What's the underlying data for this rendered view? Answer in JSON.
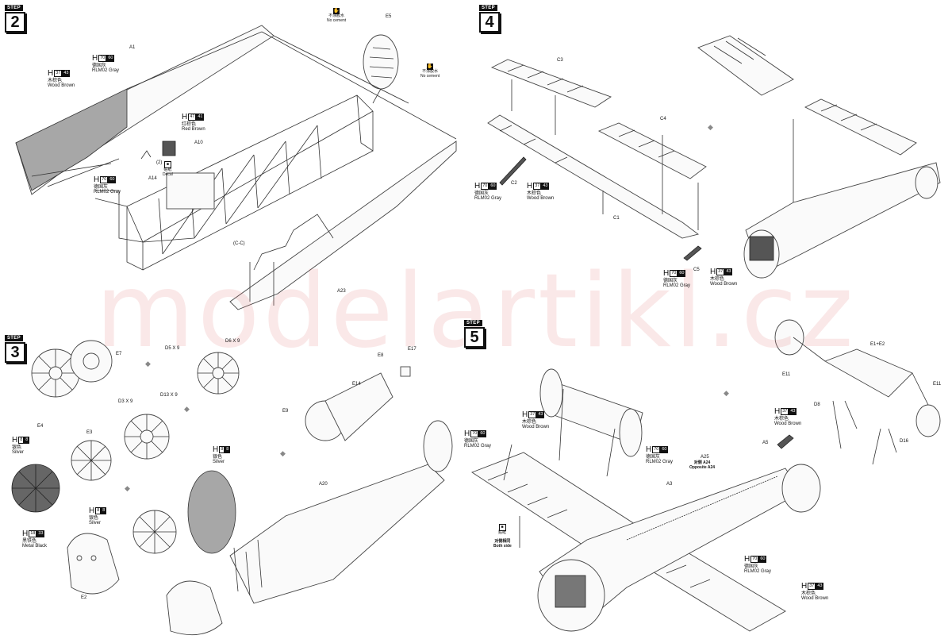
{
  "steps": {
    "s2": {
      "tag": "STEP",
      "num": "2"
    },
    "s3": {
      "tag": "STEP",
      "num": "3"
    },
    "s4": {
      "tag": "STEP",
      "num": "4"
    },
    "s5": {
      "tag": "STEP",
      "num": "5"
    }
  },
  "watermark": "modelartikl.cz",
  "parts": {
    "A1": "A1",
    "E5": "E5",
    "A10": "A10",
    "A14": "A14",
    "C_C": "(C-C)",
    "A23": "A23",
    "x2": "(2)",
    "C3": "C3",
    "C4": "C4",
    "C1": "C1",
    "C2": "C2",
    "C5": "C5",
    "E7": "E7",
    "E4": "E4",
    "E3": "E3",
    "E8": "E8",
    "E17": "E17",
    "E14": "E14",
    "E9": "E9",
    "E2": "E2",
    "D5x9": "D5 X 9",
    "D6x9": "D6 X 9",
    "D3x9": "D3 X 9",
    "D13x9": "D13 X 9",
    "A20": "A20",
    "E11a": "E11",
    "E1E2": "E1+E2",
    "E11b": "E11",
    "D8": "D8",
    "D16": "D16",
    "A5": "A5",
    "A25": "A25",
    "A3": "A3"
  },
  "notes": {
    "nocement1": {
      "cn": "不涂胶水",
      "en": "No cement"
    },
    "nocement2": {
      "cn": "不涂胶水",
      "en": "No cement"
    },
    "decal2": {
      "cn": "贴纸",
      "en": "Decal"
    },
    "decal5": {
      "cn": "贴纸",
      "en": "Decal"
    },
    "bothside": {
      "cn": "对侧相同",
      "en": "Both side"
    },
    "opposite": {
      "cn": "对侧 A24",
      "en": "Opposite A24"
    }
  },
  "paints": {
    "p2a": {
      "h": "H",
      "code": "37",
      "num": "43",
      "cn": "木棕色",
      "en": "Wood Brown"
    },
    "p2b": {
      "h": "H",
      "code": "70",
      "num": "60",
      "cn": "德国灰",
      "en": "RLM02 Gray"
    },
    "p2c": {
      "h": "H",
      "code": "47",
      "num": "41",
      "cn": "红棕色",
      "en": "Red Brown"
    },
    "p2d": {
      "h": "H",
      "code": "70",
      "num": "60",
      "cn": "德国灰",
      "en": "RLM02 Gray"
    },
    "p3a": {
      "h": "H",
      "code": "8",
      "num": "8",
      "cn": "银色",
      "en": "Silver"
    },
    "p3b": {
      "h": "H",
      "code": "18",
      "num": "33",
      "cn": "黑铁色",
      "en": "Metal Black"
    },
    "p3c": {
      "h": "H",
      "code": "8",
      "num": "8",
      "cn": "银色",
      "en": "Silver"
    },
    "p3d": {
      "h": "H",
      "code": "8",
      "num": "8",
      "cn": "银色",
      "en": "Silver"
    },
    "p4a": {
      "h": "H",
      "code": "70",
      "num": "60",
      "cn": "德国灰",
      "en": "RLM02 Gray"
    },
    "p4b": {
      "h": "H",
      "code": "37",
      "num": "43",
      "cn": "木棕色",
      "en": "Wood Brown"
    },
    "p4c": {
      "h": "H",
      "code": "70",
      "num": "60",
      "cn": "德国灰",
      "en": "RLM02 Gray"
    },
    "p4d": {
      "h": "H",
      "code": "37",
      "num": "43",
      "cn": "木棕色",
      "en": "Wood Brown"
    },
    "p5a": {
      "h": "H",
      "code": "37",
      "num": "43",
      "cn": "木棕色",
      "en": "Wood Brown"
    },
    "p5b": {
      "h": "H",
      "code": "70",
      "num": "60",
      "cn": "德国灰",
      "en": "RLM02 Gray"
    },
    "p5c": {
      "h": "H",
      "code": "70",
      "num": "60",
      "cn": "德国灰",
      "en": "RLM02 Gray"
    },
    "p5d": {
      "h": "H",
      "code": "37",
      "num": "43",
      "cn": "木棕色",
      "en": "Wood Brown"
    },
    "p5e": {
      "h": "H",
      "code": "70",
      "num": "60",
      "cn": "德国灰",
      "en": "RLM02 Gray"
    },
    "p5f": {
      "h": "H",
      "code": "37",
      "num": "43",
      "cn": "木棕色",
      "en": "Wood Brown"
    }
  }
}
